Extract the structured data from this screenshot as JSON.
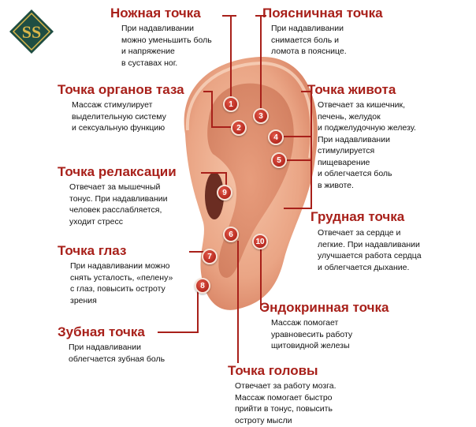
{
  "logo": {
    "text": "SS",
    "colors": {
      "frame": "#1f4e43",
      "gold": "#d9b74a"
    }
  },
  "colors": {
    "accent": "#a8201a",
    "skin": "#f2b89a"
  },
  "points": [
    {
      "key": "foot",
      "title": "Ножная точка",
      "desc": [
        "При надавливании",
        "можно уменьшить боль",
        "и напряжение",
        "в суставах ног."
      ],
      "badge": "1"
    },
    {
      "key": "lumbar",
      "title": "Поясничная точка",
      "desc": [
        "При надавливании",
        "снимается боль и",
        "ломота в пояснице."
      ],
      "badge": "3"
    },
    {
      "key": "pelvic",
      "title": "Точка органов таза",
      "desc": [
        "Массаж стимулирует",
        "выделительную систему",
        "и сексуальную функцию"
      ],
      "badge": "2"
    },
    {
      "key": "stomach",
      "title": "Точка живота",
      "desc": [
        "Отвечает за кишечник,",
        "печень, желудок",
        "и поджелудочную железу.",
        "При надавливании",
        "стимулируется",
        "пищеварение",
        "и облегчается боль",
        "в животе."
      ],
      "badges": [
        "4",
        "5"
      ]
    },
    {
      "key": "relax",
      "title": "Точка релаксации",
      "desc": [
        "Отвечает за мышечный",
        "тонус. При надавливании",
        "человек расслабляется,",
        "уходит стресс"
      ],
      "badge": "9"
    },
    {
      "key": "chest",
      "title": "Грудная точка",
      "desc": [
        "Отвечает за сердце и",
        "легкие. При надавливании",
        "улучшается работа сердца",
        "и облегчается дыхание."
      ],
      "badge": "6"
    },
    {
      "key": "eye",
      "title": "Точка глаз",
      "desc": [
        "При надавливании можно",
        "снять усталость, «пелену»",
        "с глаз, повысить остроту",
        "зрения"
      ],
      "badge": "7"
    },
    {
      "key": "endocrine",
      "title": "Эндокринная точка",
      "desc": [
        "Массаж помогает",
        "уравновесить работу",
        "щитовидной железы"
      ],
      "badge": "10"
    },
    {
      "key": "dental",
      "title": "Зубная точка",
      "desc": [
        "При надавливании",
        "облегчается зубная боль"
      ],
      "badge": "8"
    },
    {
      "key": "head",
      "title": "Точка головы",
      "desc": [
        "Отвечает за работу мозга.",
        "Массаж помогает быстро",
        "прийти в тонус, повысить",
        "остроту мысли"
      ]
    }
  ]
}
